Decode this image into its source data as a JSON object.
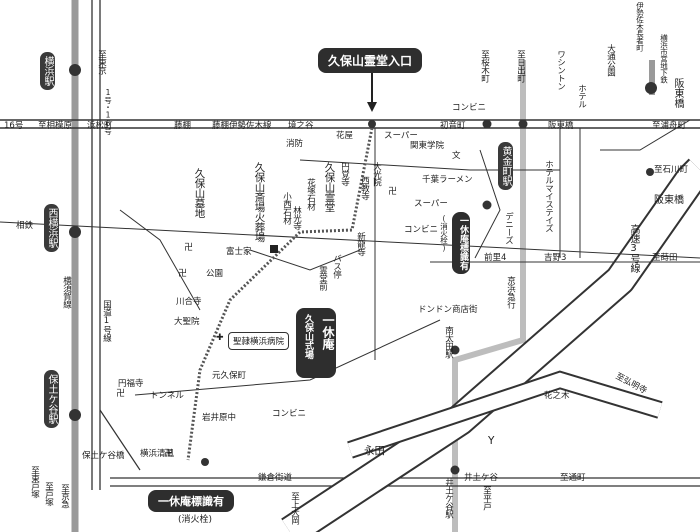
{
  "stations": {
    "yokohama": "横浜駅",
    "nishi_yokohama": "西横浜駅",
    "hodogaya": "保土ケ谷駅",
    "koganecho": "黄金町駅",
    "minami_ota": "南太田駅",
    "idogaya": "井土ケ谷駅",
    "hanno": "阪東橋"
  },
  "callouts": {
    "kuboyama_entrance": "久保山霊堂入口",
    "ikkyuan_main": "一休庵",
    "ikkyuan_sub": "久保山式場",
    "ikkyuan_sign_top": "一休庵標識有",
    "ikkyuan_sign_bottom": "一休庵標識有",
    "hydrant_note": "(消火栓)",
    "hydrant_note_small": "(消火栓)",
    "hospital": "聖隷横浜病院"
  },
  "labels": {
    "to_higashi_kyo": "至東京",
    "route1_16": "1号・16号",
    "to_sagami": "至相模原",
    "hamamatsucho": "浜松町",
    "route16": "16号",
    "fujidana": "藤棚",
    "fujidana_isezaki": "藤棚伊勢佐木線",
    "sakainoya": "境之谷",
    "hanaya": "花屋",
    "super1": "スーパー",
    "hatsunecho": "初音町",
    "hanno_bridge": "阪東橋",
    "to_urafune": "至浦舟町",
    "to_sakuragicho": "至桜木町",
    "to_hinode": "至日出町",
    "washington": "ワシントン",
    "hotel": "ホテル",
    "odori": "大通公園",
    "isezaki_chojamachi": "伊勢佐木長者町",
    "subway": "横浜市営地下鉄",
    "conv1": "コンビニ",
    "fire": "消防",
    "kuboyama_reido": "久保山霊堂",
    "kuboyama_bochi": "久保山墓地",
    "kuboyama_saijo": "久保山斎場火葬場",
    "hanatsuka": "花塚石材",
    "komiyoshi": "小西石材",
    "hayashi": "林光寺",
    "maruan": "円覚寺",
    "daiko": "大光院",
    "saikyo": "西教寺",
    "kanto_gakuin": "関東学院",
    "chiba_ramen": "千葉ラーメン",
    "bun": "文",
    "super2": "スーパー",
    "conv2": "コンビニ",
    "denny": "デニーズ",
    "hotel_mytis": "ホテルマイステイズ",
    "shin_ryu": "新龍寺",
    "bus_stop": "バス停",
    "reido_mae": "霊堂前",
    "fujishi": "富士家",
    "park": "公園",
    "kawai": "川合寺",
    "dai_sei": "大聖院",
    "route1": "国道1号線",
    "yokosuka": "横須賀線",
    "sotetsu": "相鉄",
    "dondon": "ドンドン商店街",
    "keikyu": "京浜急行",
    "zenri4": "前里4",
    "yoshino3": "吉野3",
    "to_ishikawa": "至石川町",
    "hanno_bridge2": "阪東橋",
    "expressway3": "高速3号線",
    "to_mitsuzawa": "至蒔田",
    "enpuku": "円福寺",
    "tunnel": "トンネル",
    "moto_kubo": "元久保町",
    "iwai_hara": "岩井原中",
    "conv3": "コンビニ",
    "yokohama_kiyo": "横浜清風",
    "hodogaya_school": "保土ケ谷橋",
    "hananoki": "花之木",
    "nagata": "永田",
    "kamakura": "鎌倉街道",
    "idogaya_label": "井土ケ谷",
    "to_totsuka": "至東戸塚",
    "to_kamiooka": "至上大岡",
    "to_tsurumi_cho": "至通町",
    "to_heian": "至平戸",
    "y_mark": "Y",
    "to_tokyo_hodo": "至戸塚",
    "to_odaka": "至弘明寺",
    "kyokubo": "至京急"
  }
}
